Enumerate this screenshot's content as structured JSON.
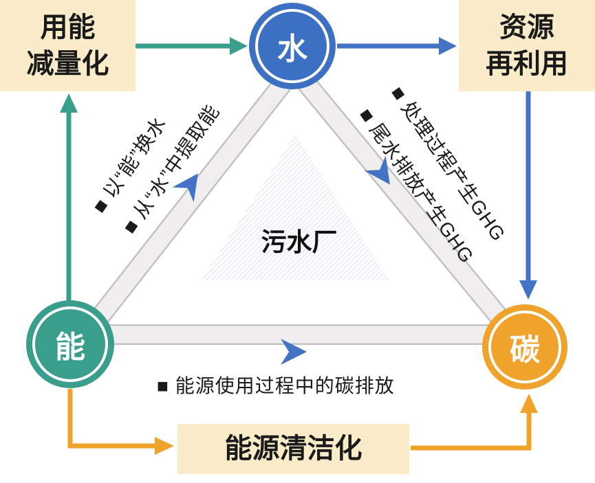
{
  "diagram": {
    "boxes": {
      "energy_reduction": {
        "line1": "用能",
        "line2": "减量化"
      },
      "resource_reuse": {
        "line1": "资源",
        "line2": "再利用"
      },
      "clean_energy": {
        "label": "能源清洁化"
      }
    },
    "nodes": {
      "water": "水",
      "energy": "能",
      "carbon": "碳"
    },
    "center_label": "污水厂",
    "annotations": {
      "left": [
        "■ 以“能”换水",
        "■ 从“水”中提取能"
      ],
      "right": [
        "■ 处理过程产生GHG",
        "■ 尾水排放产生GHG"
      ],
      "bottom": "■ 能源使用过程中的碳排放"
    },
    "colors": {
      "teal": "#3a9e8d",
      "blue": "#4472c4",
      "water_blue": "#3c70c2",
      "orange": "#f0a32b",
      "cream": "#faecc8",
      "band_fill": "#f0eeee",
      "band_edge": "#c3c1c1",
      "hatch_blue": "#c9d5e8",
      "ink": "#1a1a1a"
    }
  }
}
